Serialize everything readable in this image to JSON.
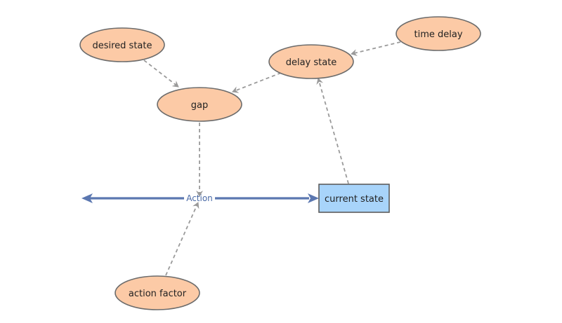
{
  "nodes": {
    "desired_state": "desired state",
    "delay_state": "delay state",
    "time_delay": "time delay",
    "gap": "gap",
    "current_state": "current state",
    "action_factor": "action factor"
  },
  "flow": {
    "label": "Action"
  },
  "colors": {
    "auxiliary_fill": "#fccaa6",
    "stock_fill": "#a8d4fa",
    "flow_line": "#5b77b0",
    "link_line": "#9a9a9a"
  }
}
